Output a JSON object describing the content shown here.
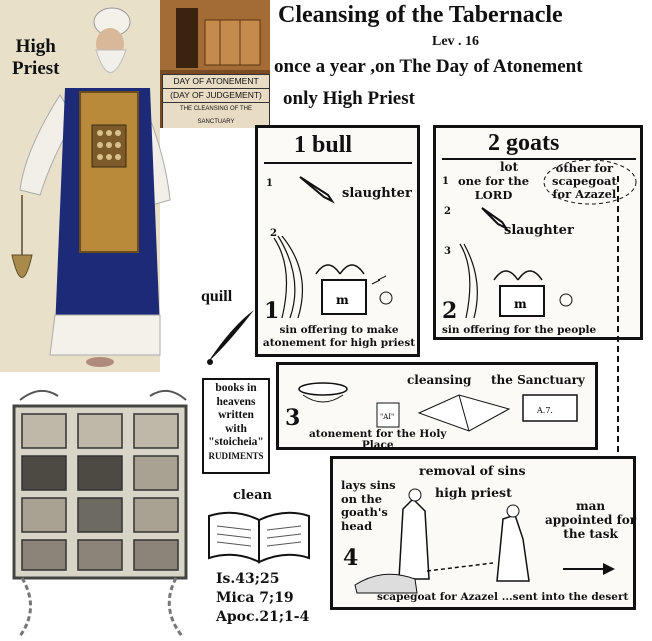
{
  "priest_label": [
    "High",
    "Priest"
  ],
  "photo_caption": [
    "DAY  OF ATONEMENT",
    "(DAY OF JUDGEMENT)",
    "THE CLEANSING OF THE SANCTUARY"
  ],
  "title": "Cleansing of the Tabernacle",
  "ref": "Lev . 16",
  "subtitle1": "once a year ,on The Day of Atonement",
  "subtitle2": "only High Priest",
  "bull": {
    "heading": "1  bull",
    "step1": "1",
    "step1_text": "slaughter",
    "step2": "2",
    "big_num": "1",
    "caption": [
      "sin offering to make",
      "atonement for high priest"
    ]
  },
  "goats": {
    "heading": "2  goats",
    "lot": "lot",
    "for_lord": [
      "one for the",
      "LORD"
    ],
    "other": [
      "other for",
      "scapegoat",
      "for Azazel"
    ],
    "step1": "1",
    "step2": "2",
    "step2_text": "slaughter",
    "step3": "3",
    "big_num": "2",
    "caption": "sin offering for the people"
  },
  "quill": "quill",
  "books": [
    "books in",
    "heavens",
    "written",
    "with",
    "\"stoicheia\"",
    "RUDIMENTS"
  ],
  "sanctuary": {
    "cleansing": "cleansing",
    "the_sanctuary": "the Sanctuary",
    "big_num": "3",
    "caption": [
      "atonement for the  Holy",
      "Place"
    ]
  },
  "removal": {
    "title": "removal of sins",
    "lays": [
      "lays sins",
      "on the",
      "goath's",
      "head"
    ],
    "high_priest": "high priest",
    "man": [
      "man",
      "appointed for",
      "the task"
    ],
    "big_num": "4",
    "caption": "scapegoat for Azazel ...sent into the desert"
  },
  "clean": "clean",
  "refs": [
    "Is.43;25",
    "Mica 7;19",
    "Apoc.21;1-4"
  ],
  "colors": {
    "robe": "#1d2a78",
    "ephod_gold": "#b98a3a",
    "parchment": "#ece6d6",
    "dark_frame": "#8b4a2b"
  }
}
